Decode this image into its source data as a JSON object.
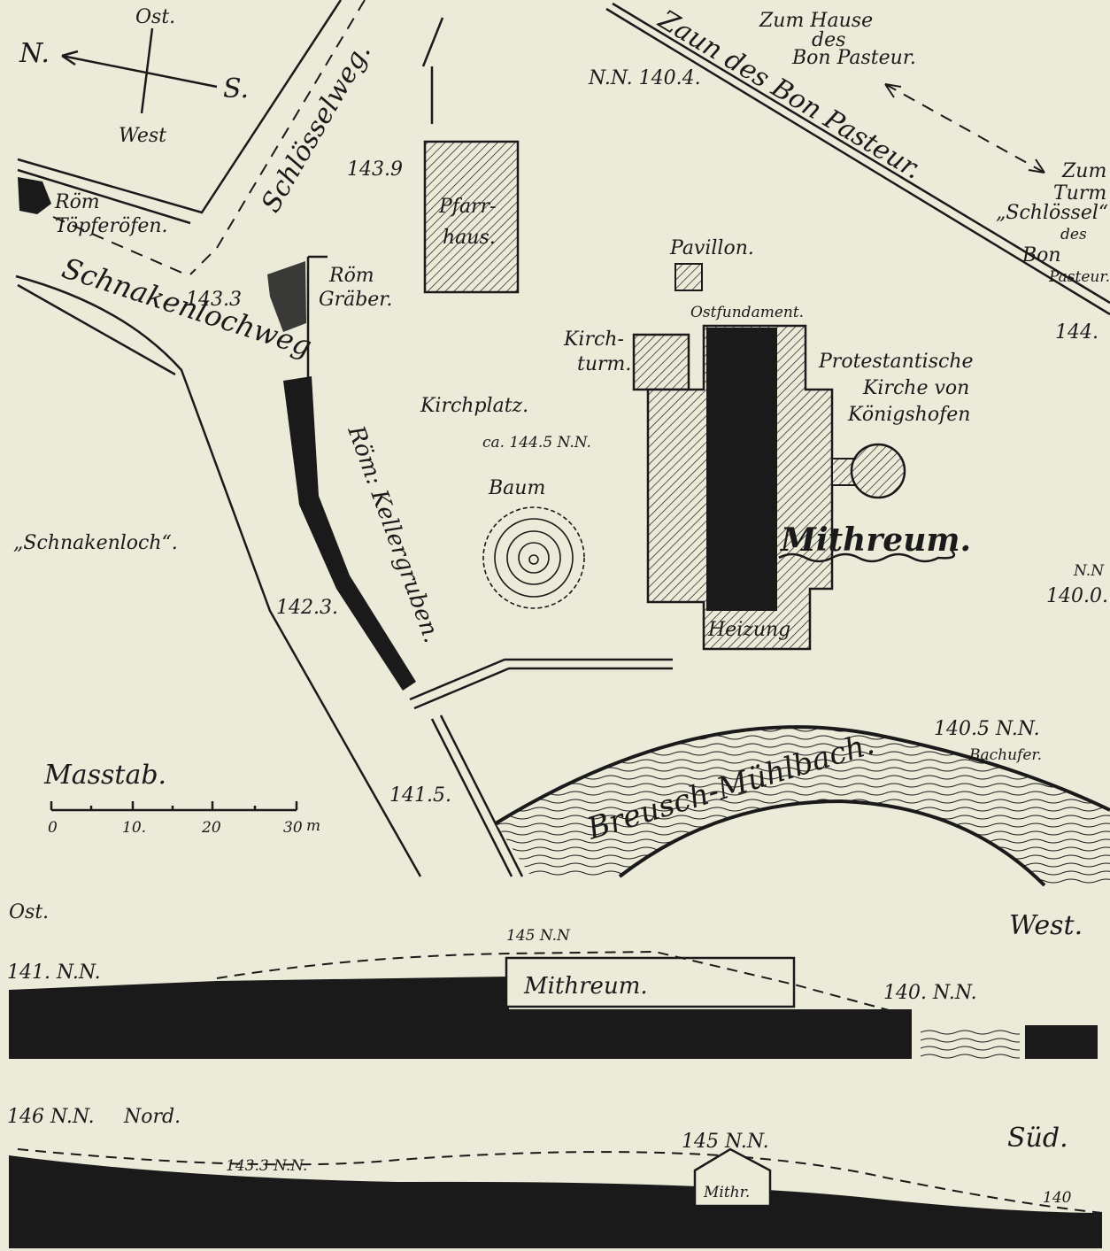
{
  "colors": {
    "paper": "#ecebd9",
    "ink": "#1a1a1a"
  },
  "compass": {
    "north": "N.",
    "south": "S.",
    "east": "Ost.",
    "west": "West"
  },
  "labels": {
    "zum_hause_1": "Zum Hause",
    "zum_hause_2": "des",
    "zum_hause_3": "Bon Pasteur.",
    "zaun": "Zaun des Bon Pasteur.",
    "nn_1404": "N.N. 140.4.",
    "zum_turm_1": "Zum",
    "zum_turm_2": "Turm",
    "zum_turm_3": "„Schlössel“",
    "zum_turm_4": "des",
    "zum_turm_5": "Bon",
    "zum_turm_6": "Pasteur.",
    "schlosselweg": "Schlösselweg.",
    "elev_1439": "143.9",
    "rom_topf_1": "Röm",
    "rom_topf_2": "Töpferöfen.",
    "pfarrhaus_1": "Pfarr-",
    "pfarrhaus_2": "haus.",
    "pavillon": "Pavillon.",
    "rom_graber_1": "Röm",
    "rom_graber_2": "Gräber.",
    "schnakenlochweg": "Schnakenlochweg",
    "elev_1433": "143.3",
    "ostfundament": "Ostfundament.",
    "elev_144": "144.",
    "kirchturm_1": "Kirch-",
    "kirchturm_2": "turm.",
    "kirche_1": "Protestantische",
    "kirche_2": "Kirche von",
    "kirche_3": "Königshofen",
    "kirchplatz": "Kirchplatz.",
    "kirchplatz_elev": "ca. 144.5 N.N.",
    "baum": "Baum",
    "schnakenloch": "„Schnakenloch“.",
    "rom_keller": "Röm: Kellergruben.",
    "mithreum": "Mithreum.",
    "nn_1400_1": "N.N",
    "nn_1400_2": "140.0.",
    "elev_1423": "142.3.",
    "heizung": "Heizung",
    "elev_1405": "140.5 N.N.",
    "bachufer": "Bachufer.",
    "masstab": "Masstab.",
    "elev_1415": "141.5.",
    "muhlbach": "Breusch-Mühlbach."
  },
  "scale": {
    "ticks": [
      "0",
      "10.",
      "20",
      "30"
    ],
    "unit": "m"
  },
  "profile_1": {
    "left_dir": "Ost.",
    "right_dir": "West.",
    "left_elev": "141. N.N.",
    "top_elev": "145 N.N",
    "right_elev": "140. N.N.",
    "building": "Mithreum."
  },
  "profile_2": {
    "left_dir": "Nord.",
    "right_dir": "Süd.",
    "left_elev": "146 N.N.",
    "mid_elev": "143.3 N.N.",
    "top_elev": "145 N.N.",
    "right_elev": "140",
    "building": "Mithr."
  }
}
